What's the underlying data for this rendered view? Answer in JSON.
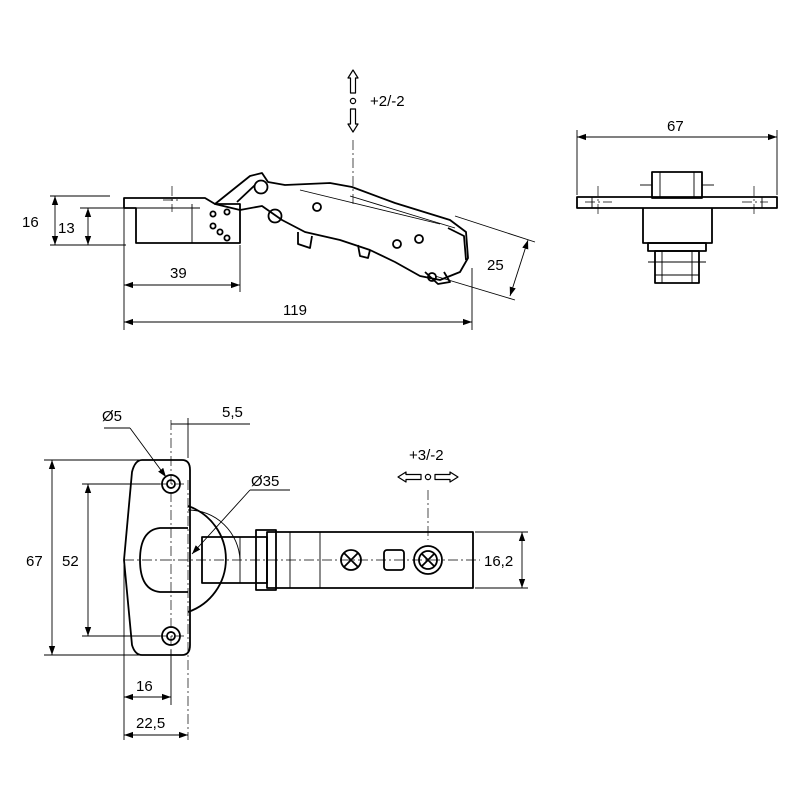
{
  "dimensions": {
    "side_height_total": "16",
    "side_height_plate": "13",
    "side_cup_depth": "39",
    "side_length": "119",
    "side_arm_offset": "25",
    "vertical_adjust": "+2/-2",
    "end_width": "67",
    "top_screw_dia": "Ø5",
    "top_screw_offset": "5,5",
    "top_cup_dia": "Ø35",
    "lateral_adjust": "+3/-2",
    "top_height": "67",
    "top_hole_spacing": "52",
    "top_arm_width": "16,2",
    "top_cup_edge": "16",
    "top_cup_center": "22,5"
  }
}
